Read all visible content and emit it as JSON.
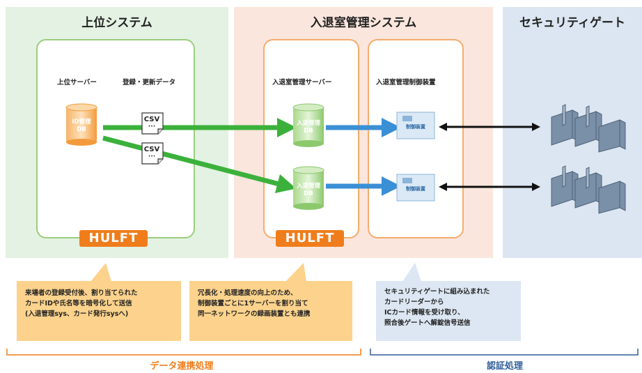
{
  "panels": {
    "upper": {
      "title": "上位システム"
    },
    "access": {
      "title": "入退室管理システム"
    },
    "gate": {
      "title": "セキュリティゲート"
    }
  },
  "labels": {
    "upper_server": "上位サーバー",
    "register_data": "登録・更新データ",
    "access_server": "入退室管理サーバー",
    "control_device": "入退室管理制御装置"
  },
  "db": {
    "upper": {
      "line1": "ID管理",
      "line2": "DB"
    },
    "access1": {
      "line1": "入退管理",
      "line2": "DB"
    },
    "access2": {
      "line1": "入退管理",
      "line2": "DB"
    }
  },
  "csv": {
    "label": "CSV",
    "dots": "•••"
  },
  "device": {
    "label": "制御装置"
  },
  "hulft": "HULFT",
  "colors": {
    "green_arrow": "#3bb13b",
    "blue_arrow": "#3a8fd6",
    "black_arrow": "#111111",
    "hulft": "#f07d1b",
    "orange_footer": "#f07d1b",
    "blue_footer": "#2f5e9a"
  },
  "callouts": {
    "left": [
      "来場者の登録受付後、割り当てられた",
      "カードIDや氏名等を暗号化して送信",
      "(入退管理sys、カード発行sysへ)"
    ],
    "middle": [
      "冗長化・処理速度の向上のため、",
      "制御装置ごとに1サーバーを割り当て",
      "同一ネットワークの録画装置とも連携"
    ],
    "right": [
      "セキュリティゲートに組み込まれた",
      "カードリーダーから",
      "ICカード情報を受け取り、",
      "照合後ゲートへ解錠信号送信"
    ]
  },
  "footer": {
    "data_link": "データ連携処理",
    "auth": "認証処理"
  }
}
